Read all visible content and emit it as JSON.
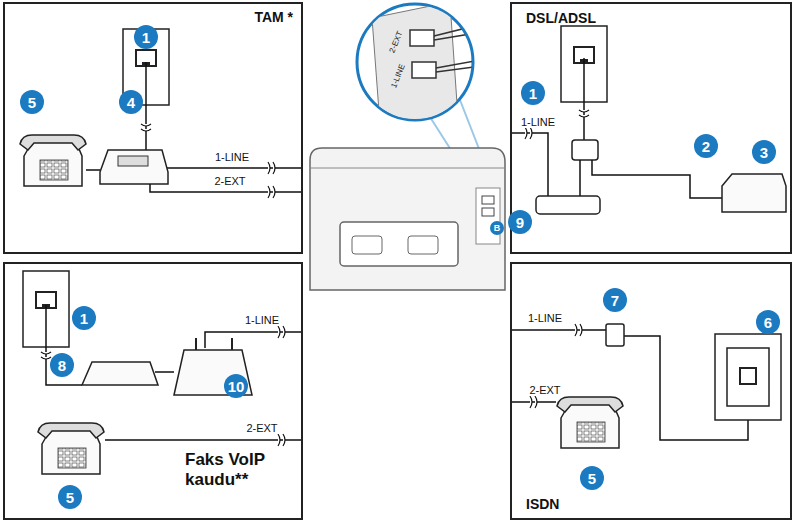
{
  "diagram": {
    "nodes": [
      {
        "text": [
          "TAM *"
        ]
      },
      {
        "text": [
          "DSL/ADSL"
        ]
      },
      {
        "text": [
          "Faks VoIP kaudu**"
        ]
      },
      {
        "text": [
          "ISDN"
        ]
      }
    ],
    "labels": [
      "5",
      "4",
      "1",
      "1-LINE",
      "2-EXT",
      "2-EXT",
      "1-LINE",
      "B",
      "1",
      "1-LINE",
      "2",
      "3",
      "9",
      "1",
      "1-LINE",
      "8",
      "10",
      "2-EXT",
      "5",
      "7",
      "1-LINE",
      "6",
      "2-EXT",
      "5"
    ]
  }
}
